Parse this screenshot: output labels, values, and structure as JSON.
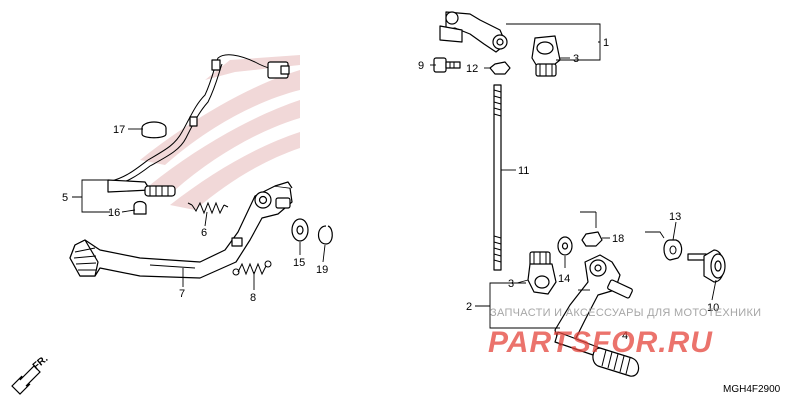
{
  "diagram": {
    "code": "MGH4F2900",
    "direction_arrow": "FR.",
    "watermark_text": "ЗАПЧАСТИ И АКСЕССУАРЫ ДЛЯ МОТОТЕХНИКИ",
    "watermark_brand": "PARTSFOR.RU",
    "watermark_logo": "honda-wing-logo",
    "callouts": [
      "1",
      "2",
      "3",
      "3",
      "4",
      "5",
      "6",
      "7",
      "8",
      "9",
      "10",
      "11",
      "12",
      "13",
      "14",
      "15",
      "16",
      "17",
      "18",
      "19"
    ]
  }
}
